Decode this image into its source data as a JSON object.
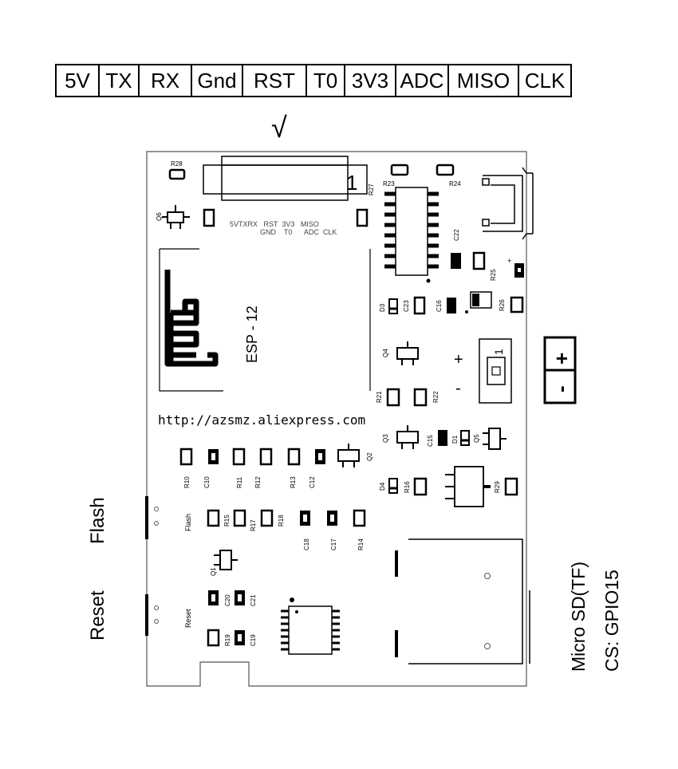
{
  "header_pins": [
    "5V",
    "TX",
    "RX",
    "Gnd",
    "RST",
    "T0",
    "3V3",
    "ADC",
    "MISO",
    "CLK"
  ],
  "arrow_glyph": "√",
  "board": {
    "connector_number": "1",
    "silk_row1": "5VTXRX   RST  3V3   MISO",
    "silk_row2": "GND    T0      ADC  CLK",
    "module_label": "ESP - 12",
    "url": "http://azsmz.aliexpress.com",
    "power_plus": "+",
    "power_minus": "-",
    "jst_number": "1",
    "flash_label": "Flash",
    "reset_label": "Reset",
    "refs": {
      "R28": "R28",
      "R23": "R23",
      "R24": "R24",
      "R27": "R27",
      "Q6": "Q6",
      "C22": "C22",
      "R25": "R25",
      "D3": "D3",
      "C23": "C23",
      "C16": "C16",
      "R26": "R26",
      "Q4": "Q4",
      "R21": "R21",
      "R22": "R22",
      "Q3": "Q3",
      "C15": "C15",
      "D1": "D1",
      "Q5": "Q5",
      "D4": "D4",
      "R16": "R16",
      "R29": "R29",
      "R10": "R10",
      "C10": "C10",
      "R11": "R11",
      "R12": "R12",
      "R13": "R13",
      "C12": "C12",
      "Q2": "Q2",
      "R15": "R15",
      "R17": "R17",
      "R18": "R18",
      "C18": "C18",
      "C17": "C17",
      "R14": "R14",
      "Q1": "Q1",
      "C20": "C20",
      "C21": "C21",
      "R19": "R19",
      "C19": "C19"
    }
  },
  "side_labels": {
    "flash": "Flash",
    "reset": "Reset",
    "microsd_line1": "Micro SD(TF)",
    "microsd_line2": "CS: GPIO15"
  },
  "power_terminal": {
    "plus": "+",
    "minus": "-"
  }
}
